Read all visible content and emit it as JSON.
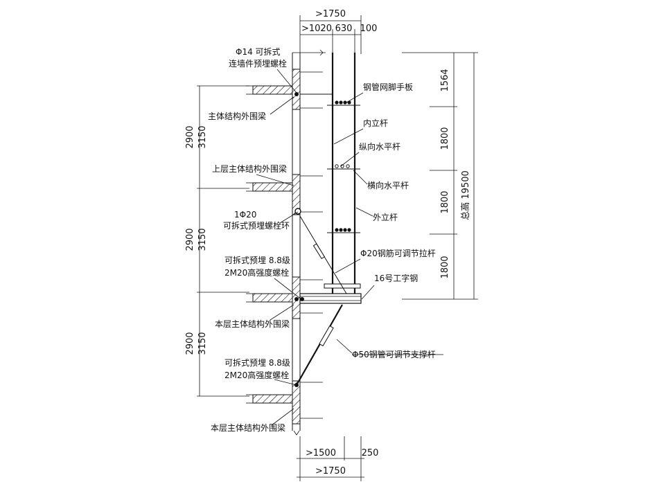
{
  "colors": {
    "line": "#111111",
    "background": "#ffffff"
  },
  "dimensions": {
    "top_total": ">1750",
    "top_left": ">1020",
    "top_mid": "630",
    "top_right": "100",
    "bottom_a": ">1500",
    "bottom_b": "250",
    "bottom_total": ">1750",
    "right_1": "1564",
    "right_2": "1800",
    "right_3": "1800",
    "right_4": "1800",
    "total_height": "总高 19500",
    "floor_a": "2900",
    "floor_b": "3150"
  },
  "labels": {
    "bolt_top_1": "Φ14 可拆式",
    "bolt_top_2": "连墙件预埋螺栓",
    "beam_main": "主体结构外围梁",
    "beam_upper": "上层主体结构外围梁",
    "ring_1": "1Φ20",
    "ring_2": "可拆式预埋螺栓环",
    "hsbolt_1": "可拆式预埋  8.8级",
    "hsbolt_2": "2M20高强度螺栓",
    "beam_this": "本层主体结构外围梁",
    "hsbolt2_1": "可拆式预埋  8.8级",
    "hsbolt2_2": "2M20高强度螺栓",
    "beam_this_2": "本层主体结构外围梁",
    "toe_board": "钢管网脚手板",
    "inner_pole": "内立杆",
    "long_bar": "纵向水平杆",
    "cross_bar": "横向水平杆",
    "outer_pole": "外立杆",
    "tie_rod": "Φ20钢筋可调节拉杆",
    "i_beam": "16号工字钢",
    "strut": "Φ50钢管可调节支撑杆"
  }
}
